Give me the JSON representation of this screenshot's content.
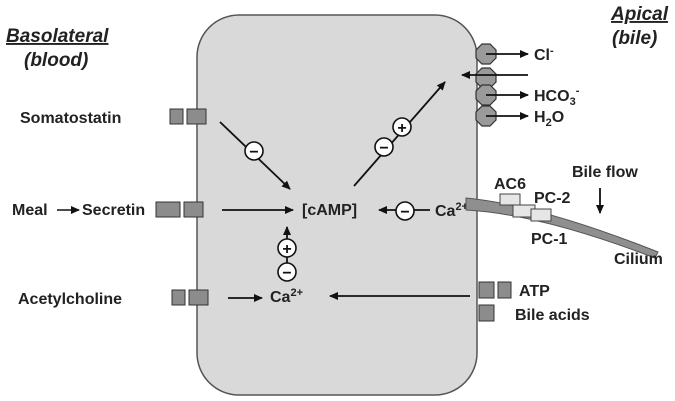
{
  "headers": {
    "basolateral": "Basolateral",
    "basolateral_sub": "(blood)",
    "apical": "Apical",
    "apical_sub": "(bile)"
  },
  "stimuli": {
    "somatostatin": "Somatostatin",
    "meal": "Meal",
    "secretin": "Secretin",
    "acetylcholine": "Acetylcholine"
  },
  "center": {
    "camp": "[cAMP]",
    "ca_left_base": "Ca",
    "ca_left_sup": "2+",
    "ca_right_base": "Ca",
    "ca_right_sup": "2+"
  },
  "apical_outputs": {
    "cl_base": "Cl",
    "cl_sup": "-",
    "hco_base": "HCO",
    "hco_sub": "3",
    "hco_sup": "-",
    "h2o_a": "H",
    "h2o_sub": "2",
    "h2o_b": "O"
  },
  "cilium": {
    "ac6": "AC6",
    "pc2": "PC-2",
    "pc1": "PC-1",
    "bile_flow": "Bile flow",
    "cilium": "Cilium"
  },
  "apical_receptors": {
    "atp": "ATP",
    "bile_acids": "Bile acids"
  },
  "signs": {
    "minus": "−",
    "plus": "+"
  },
  "colors": {
    "cell_fill": "#d9d9d9",
    "cell_stroke": "#555555",
    "receptor_fill": "#8c8c8c",
    "channel_fill": "#9a9a9a",
    "cilium_fill": "#8f8f8f",
    "pc_box_fill": "#e6e6e6",
    "arrow": "#111111"
  }
}
